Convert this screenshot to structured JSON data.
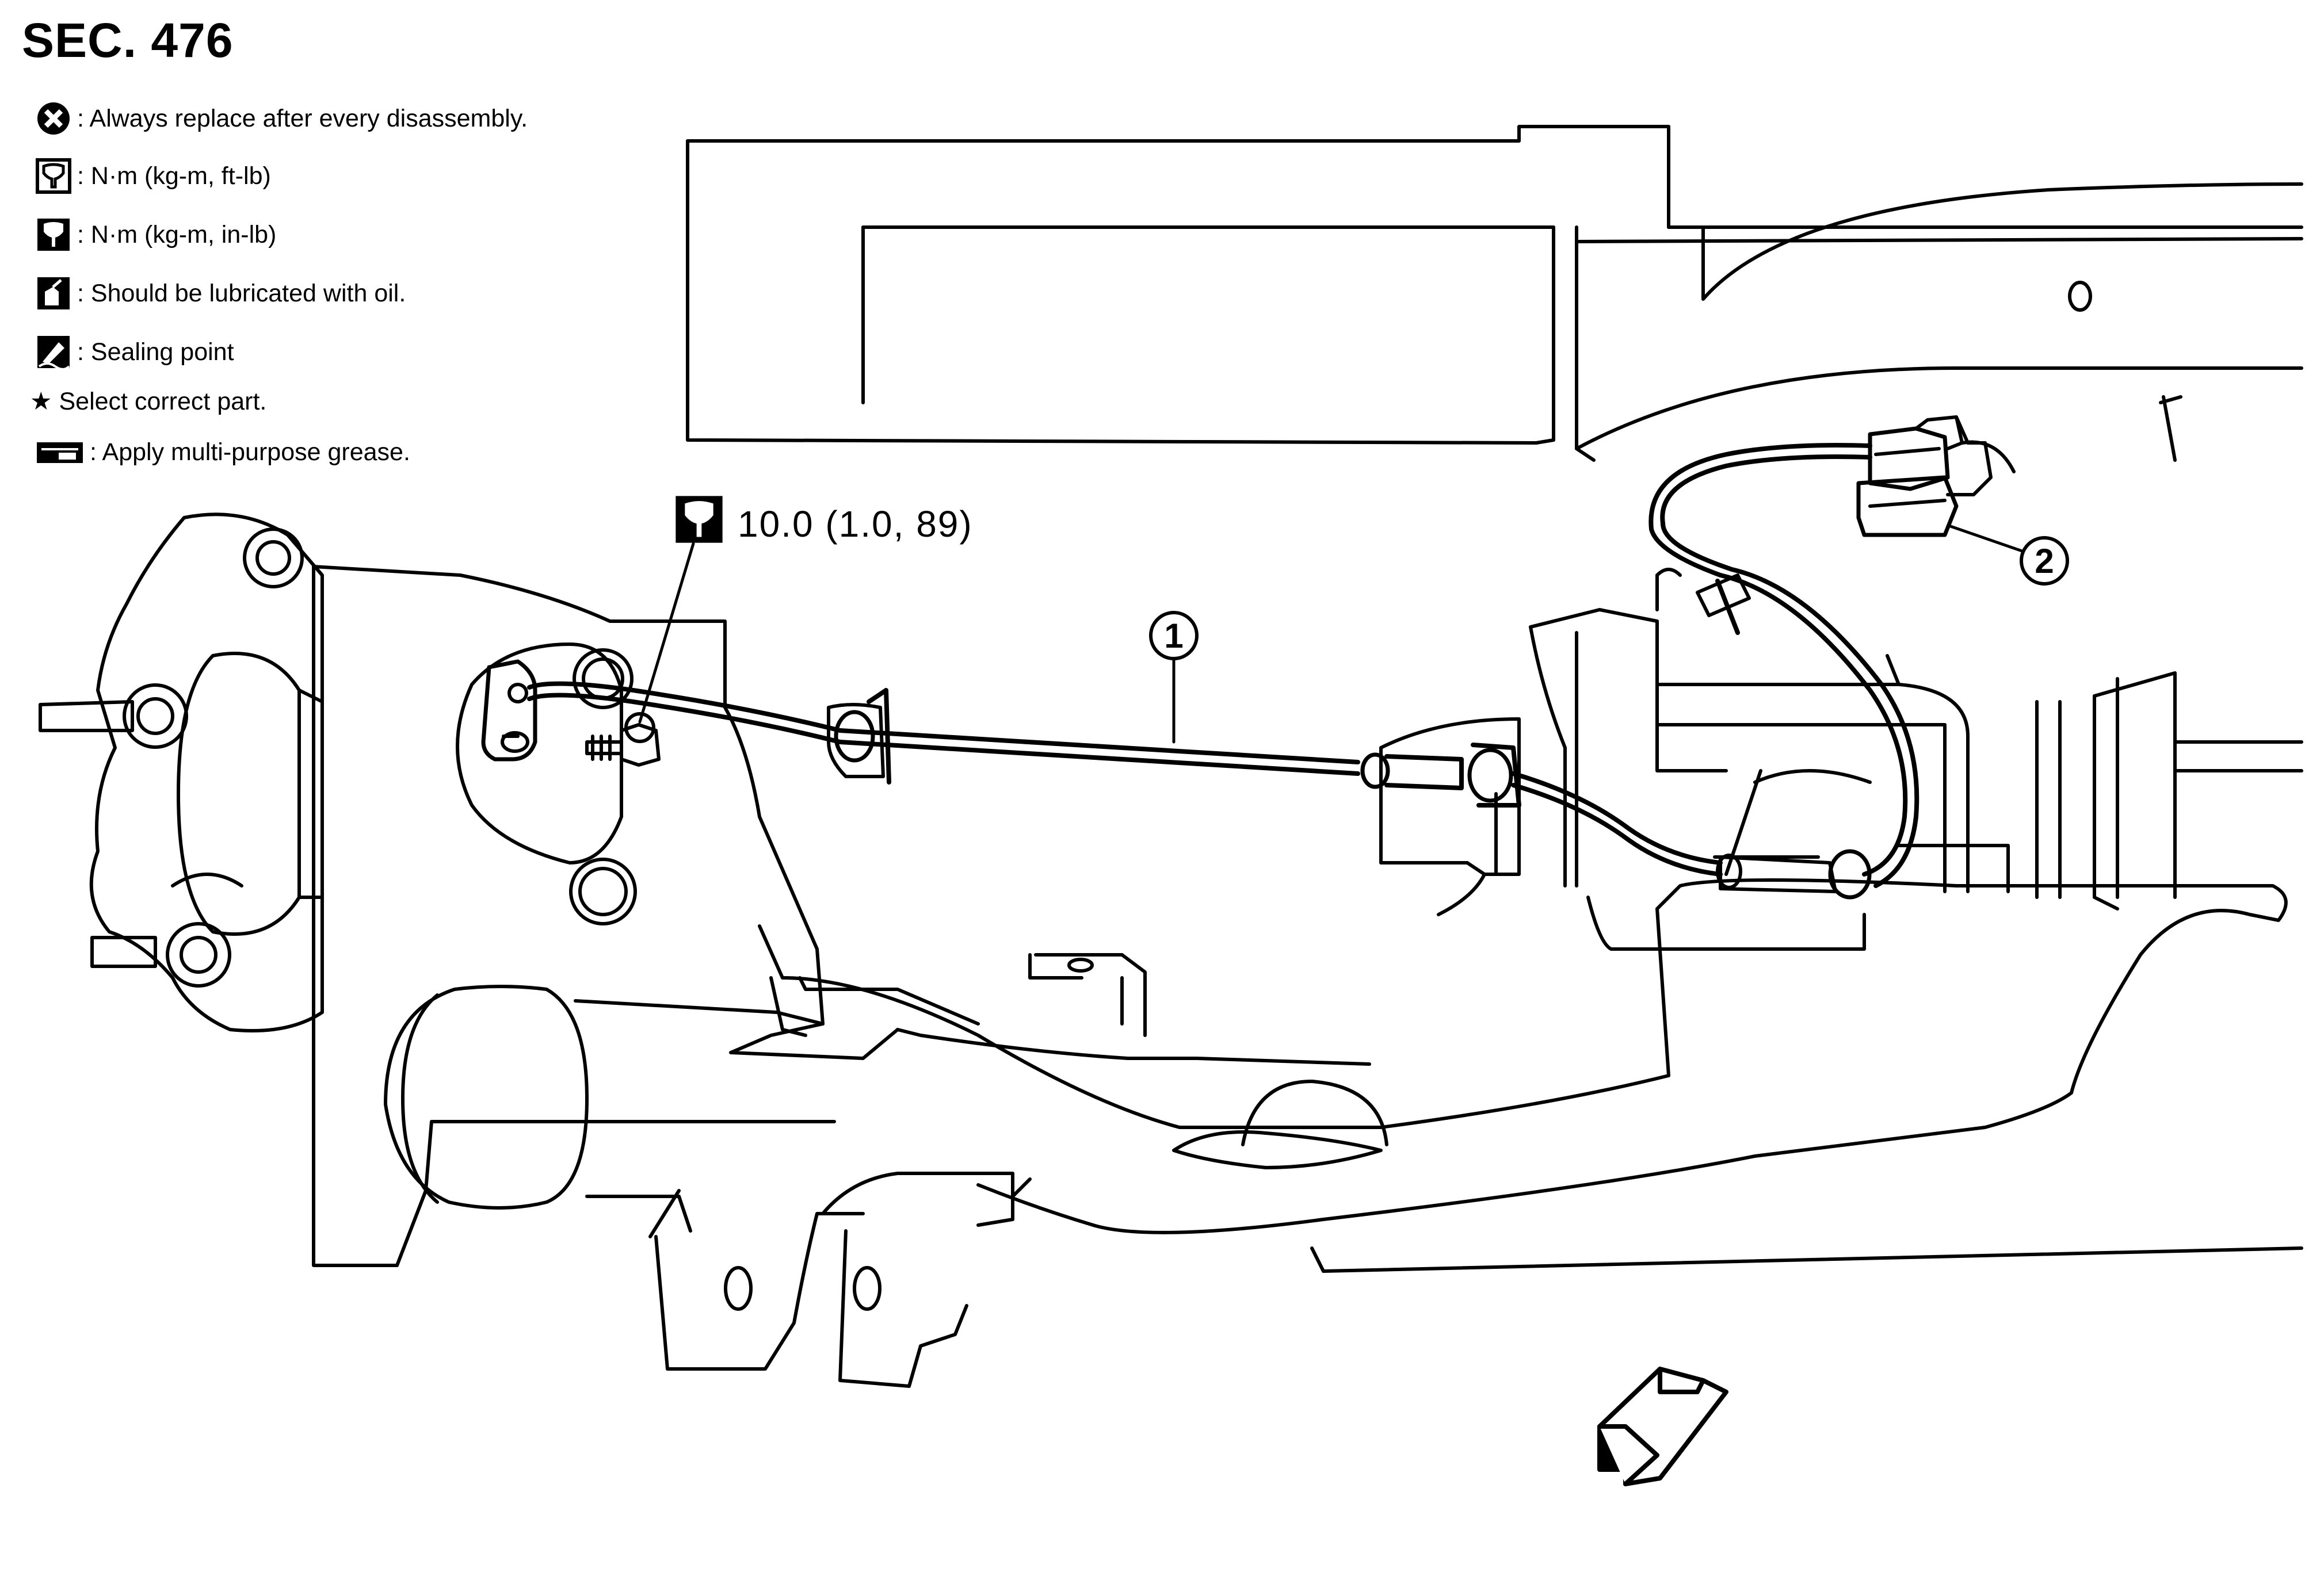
{
  "section_title": "SEC. 476",
  "legend": [
    {
      "icon": "always-replace-icon",
      "text": ": Always replace after every disassembly."
    },
    {
      "icon": "torque-ft-lb-icon",
      "text": ": N·m (kg-m, ft-lb)"
    },
    {
      "icon": "torque-in-lb-icon",
      "text": ": N·m (kg-m, in-lb)"
    },
    {
      "icon": "oil-can-icon",
      "text": ": Should be lubricated with oil."
    },
    {
      "icon": "sealing-point-icon",
      "text": ": Sealing point"
    },
    {
      "icon": "star-icon",
      "text": "★ Select correct part."
    },
    {
      "icon": "grease-icon",
      "text": ": Apply multi-purpose grease."
    }
  ],
  "torque_spec": {
    "icon": "torque-in-lb-icon",
    "text": "10.0 (1.0, 89)"
  },
  "callouts": [
    {
      "label": "1"
    },
    {
      "label": "2"
    }
  ],
  "direction_arrow": {
    "icon": "front-direction-arrow-icon"
  },
  "colors": {
    "line": "#000000",
    "background": "#ffffff"
  }
}
